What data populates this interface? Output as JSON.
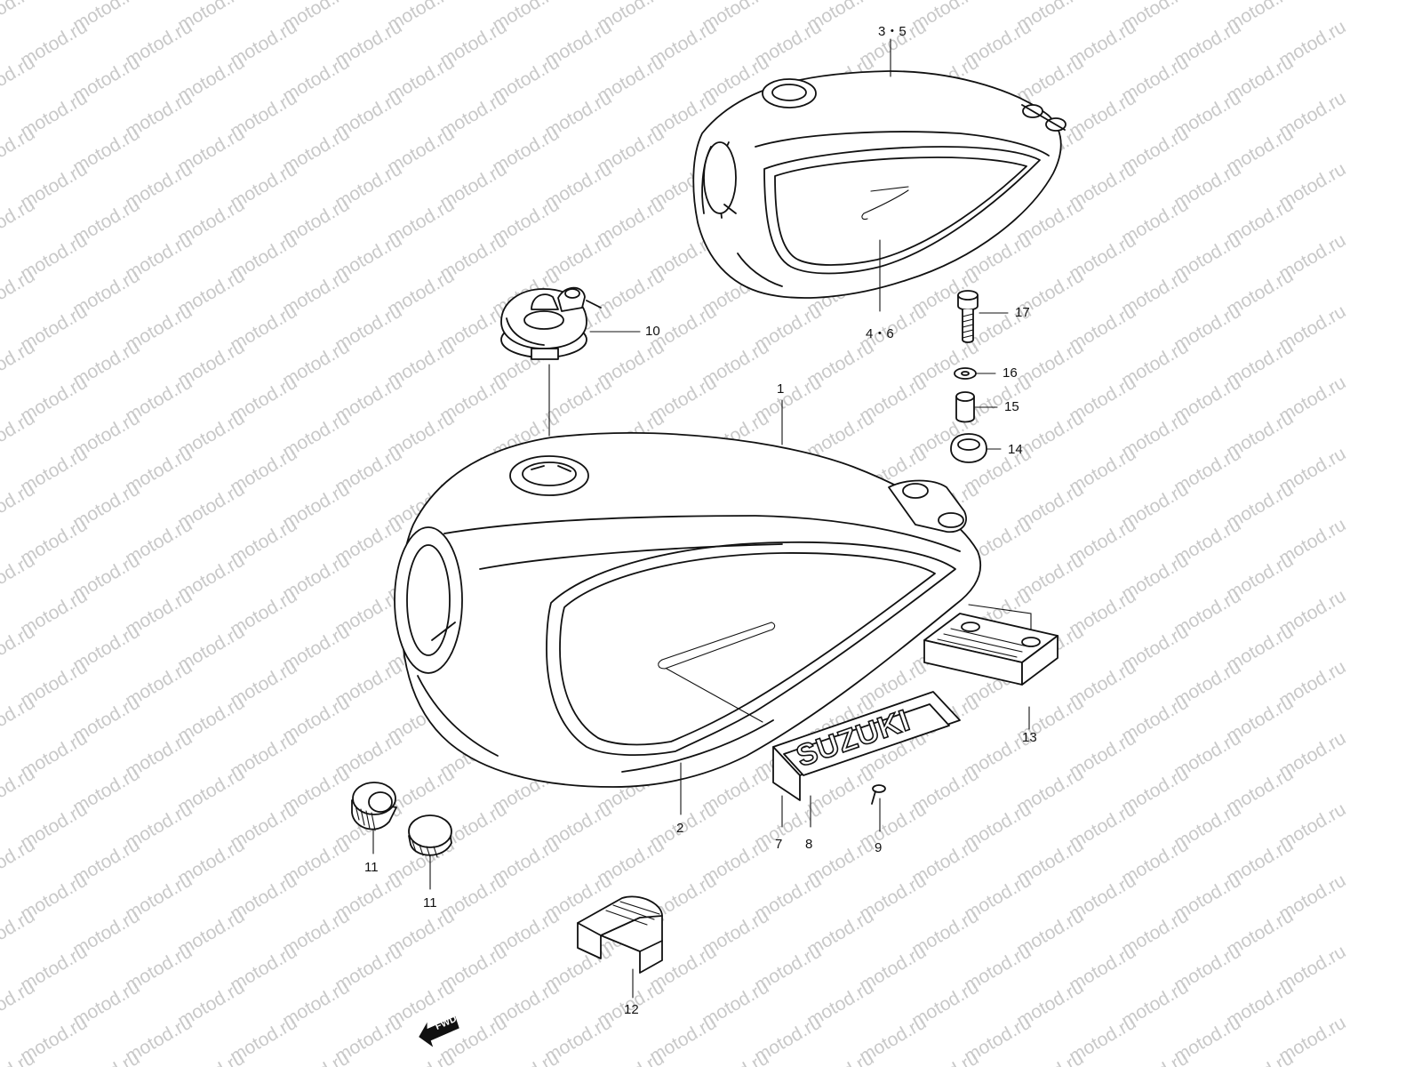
{
  "watermark": {
    "text": "motod.ru"
  },
  "callouts": [
    {
      "id": "callout-1",
      "text": "1"
    },
    {
      "id": "callout-2",
      "text": "2"
    },
    {
      "id": "callout-3-5",
      "text": "3・5"
    },
    {
      "id": "callout-4-6",
      "text": "4・6"
    },
    {
      "id": "callout-7",
      "text": "7"
    },
    {
      "id": "callout-8",
      "text": "8"
    },
    {
      "id": "callout-9",
      "text": "9"
    },
    {
      "id": "callout-10",
      "text": "10"
    },
    {
      "id": "callout-11a",
      "text": "11"
    },
    {
      "id": "callout-11b",
      "text": "11"
    },
    {
      "id": "callout-12",
      "text": "12"
    },
    {
      "id": "callout-13",
      "text": "13"
    },
    {
      "id": "callout-14",
      "text": "14"
    },
    {
      "id": "callout-15",
      "text": "15"
    },
    {
      "id": "callout-16",
      "text": "16"
    },
    {
      "id": "callout-17",
      "text": "17"
    }
  ],
  "emblem": {
    "brand_text": "SUZUKI"
  },
  "fwd_marker": {
    "text": "FWD"
  },
  "colors": {
    "line": "#111111",
    "watermark": "#c9c9c9",
    "background": "#ffffff"
  }
}
